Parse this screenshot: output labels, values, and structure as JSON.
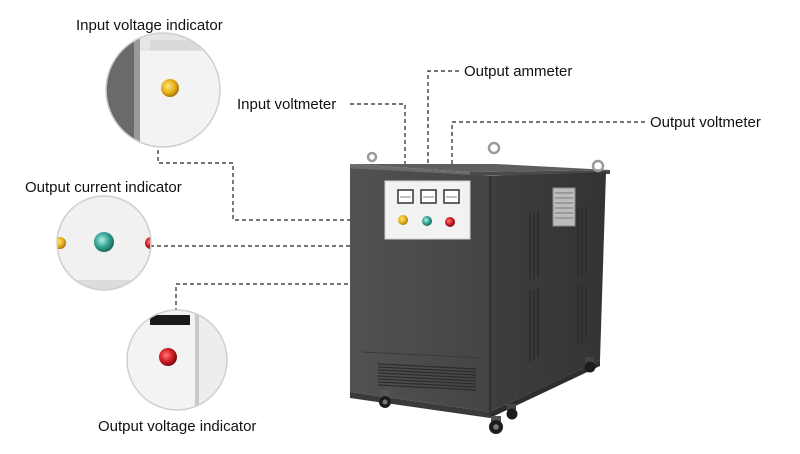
{
  "callouts": {
    "input_voltage_indicator": "Input voltage indicator",
    "output_ammeter": "Output ammeter",
    "input_voltmeter": "Input voltmeter",
    "output_voltmeter": "Output voltmeter",
    "output_current_indicator": "Output current indicator",
    "output_voltage_indicator": "Output voltage indicator"
  },
  "colors": {
    "cabinet_front": "#4a4a4c",
    "cabinet_side": "#3a3a3c",
    "cabinet_top": "#5a5a5c",
    "panel": "#f2f2f2",
    "lamp_yellow": "#e8b21a",
    "lamp_teal": "#3aa89a",
    "lamp_red": "#d8202a",
    "leader_line": "#222222"
  },
  "icons": [
    "transformer-cabinet",
    "magnifier-circle",
    "indicator-lamp",
    "panel-meter",
    "caster-wheel",
    "lifting-eye"
  ]
}
